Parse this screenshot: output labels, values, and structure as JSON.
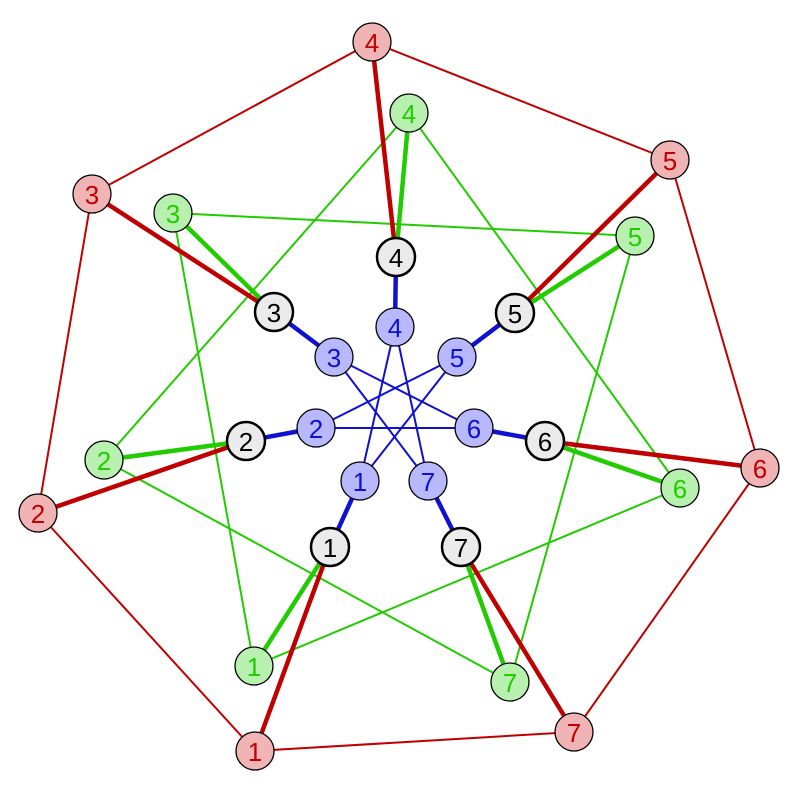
{
  "diagram": {
    "type": "graph",
    "colors": {
      "red_stroke": "#c00000",
      "red_fill": "#f0b4b4",
      "red_text": "#c00000",
      "green_stroke": "#22cc00",
      "green_fill": "#b8f0b0",
      "green_text": "#22cc00",
      "black_stroke": "#000000",
      "black_fill": "#ebebeb",
      "black_text": "#000000",
      "blue_stroke": "#1010d0",
      "blue_fill": "#b8b8ff",
      "blue_text": "#1010d0"
    },
    "groups": [
      {
        "name": "red",
        "labels": [
          "1",
          "2",
          "3",
          "4",
          "5",
          "6",
          "7"
        ]
      },
      {
        "name": "green",
        "labels": [
          "1",
          "2",
          "3",
          "4",
          "5",
          "6",
          "7"
        ]
      },
      {
        "name": "black",
        "labels": [
          "1",
          "2",
          "3",
          "4",
          "5",
          "6",
          "7"
        ]
      },
      {
        "name": "blue",
        "labels": [
          "1",
          "2",
          "3",
          "4",
          "5",
          "6",
          "7"
        ]
      }
    ],
    "edges": {
      "red_cycle": [
        [
          1,
          2
        ],
        [
          2,
          3
        ],
        [
          3,
          4
        ],
        [
          4,
          5
        ],
        [
          5,
          6
        ],
        [
          6,
          7
        ],
        [
          7,
          1
        ]
      ],
      "green_star": [
        [
          1,
          3
        ],
        [
          3,
          5
        ],
        [
          5,
          7
        ],
        [
          7,
          2
        ],
        [
          2,
          4
        ],
        [
          4,
          6
        ],
        [
          6,
          1
        ]
      ],
      "blue_star": [
        [
          1,
          4
        ],
        [
          4,
          7
        ],
        [
          7,
          3
        ],
        [
          3,
          6
        ],
        [
          6,
          2
        ],
        [
          2,
          5
        ],
        [
          5,
          1
        ]
      ],
      "spokes_red_to_black": [
        1,
        2,
        3,
        4,
        5,
        6,
        7
      ],
      "spokes_green_to_black": [
        1,
        2,
        3,
        4,
        5,
        6,
        7
      ],
      "spokes_black_to_blue": [
        1,
        2,
        3,
        4,
        5,
        6,
        7
      ]
    }
  }
}
